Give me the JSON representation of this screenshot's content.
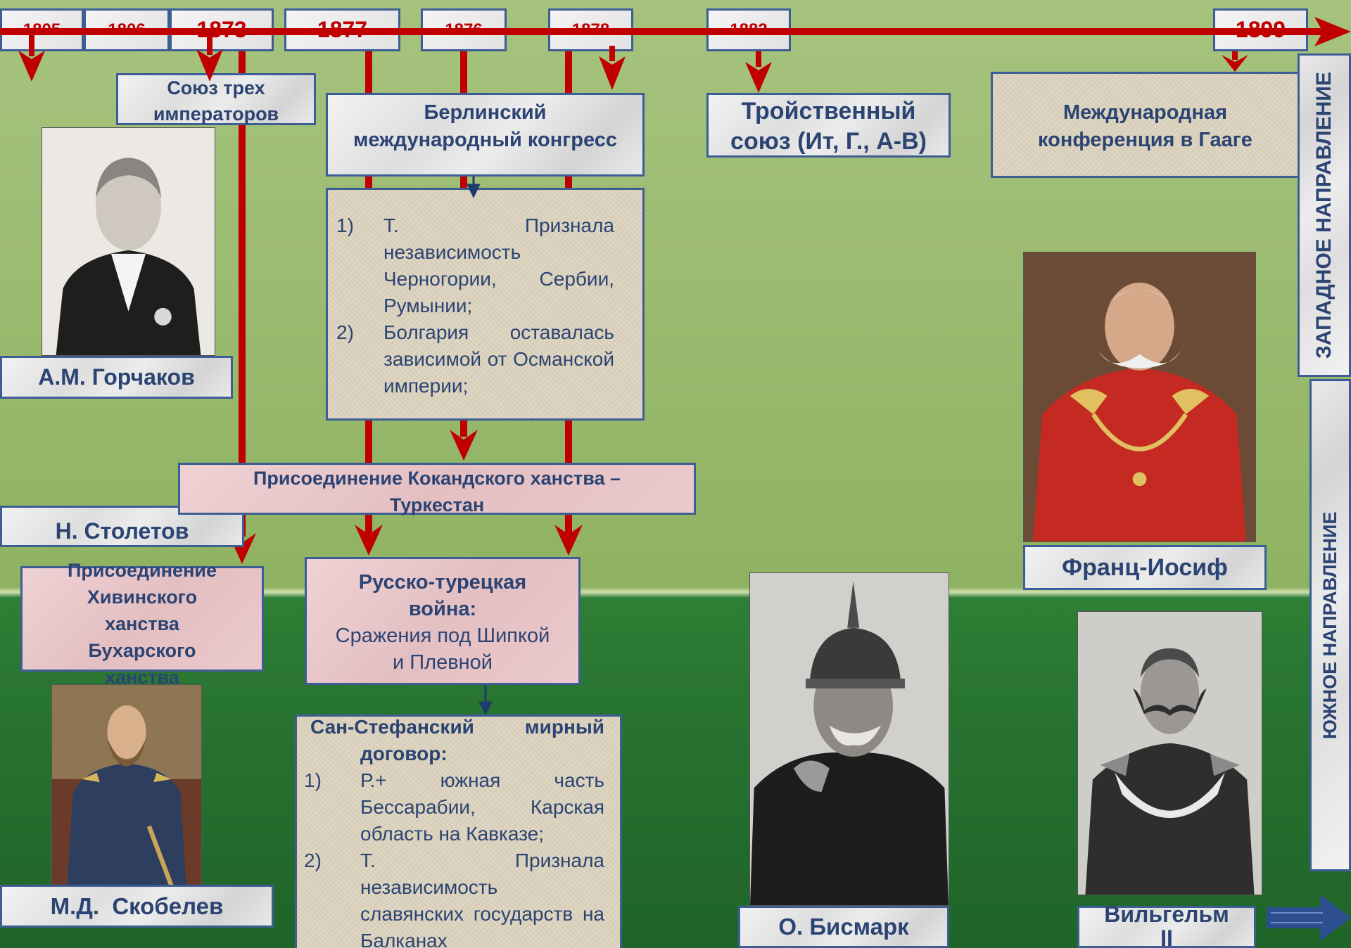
{
  "timeline": {
    "years": [
      "1805",
      "1806",
      "1873",
      "1877",
      "1876",
      "1878",
      "1882",
      "1899"
    ]
  },
  "events": {
    "three_emperors": [
      "Союз трех",
      "императоров"
    ],
    "berlin_congress": [
      "Берлинский",
      "международный конгресс"
    ],
    "berlin_results": [
      {
        "num": "1)",
        "text": "Т. Признала независимость Черногории, Сербии, Румынии;"
      },
      {
        "num": "2)",
        "text": "Болгария оставалась зависимой от Османской империи;"
      }
    ],
    "triple_alliance": [
      "Тройственный",
      "союз (Ит, Г., А-В)"
    ],
    "hague": [
      "Международная",
      "конференция в Гааге"
    ],
    "kokand": [
      "Присоединение Кокандского ханства –",
      "Туркестан"
    ],
    "khiva": [
      "Присоединение",
      "Хивинского",
      "ханства",
      "Бухарского",
      "ханства"
    ],
    "russo_turkish_title": [
      "Русско-турецкая",
      "война:"
    ],
    "russo_turkish_text": [
      "Сражения под Шипкой",
      "и Плевной"
    ],
    "san_stefano_title": "Сан-Стефанский мирный договор:",
    "san_stefano_items": [
      {
        "num": "1)",
        "text": "Р.+ южная часть Бессарабии, Карская область на Кавказе;"
      },
      {
        "num": "2)",
        "text": "Т. Признала независимость славянских государств на Балканах"
      }
    ]
  },
  "directions": {
    "west": "ЗАПАДНОЕ НАПРАВЛЕНИЕ",
    "south": "ЮЖНОЕ НАПРАВЛЕНИЕ"
  },
  "people": {
    "gorchakov": "А.М. Горчаков",
    "stoletov": "Н. Столетов",
    "skobelev": "М.Д.  Скобелев",
    "bismarck": "О. Бисмарк",
    "franz_joseph": "Франц-Иосиф",
    "wilhelm": "Вильгельм II"
  },
  "colors": {
    "timeline_red": "#c00000",
    "box_border": "#3d5e95",
    "text_blue": "#2b4473",
    "top_background": "#9bbb70",
    "bottom_background": "#287431"
  }
}
